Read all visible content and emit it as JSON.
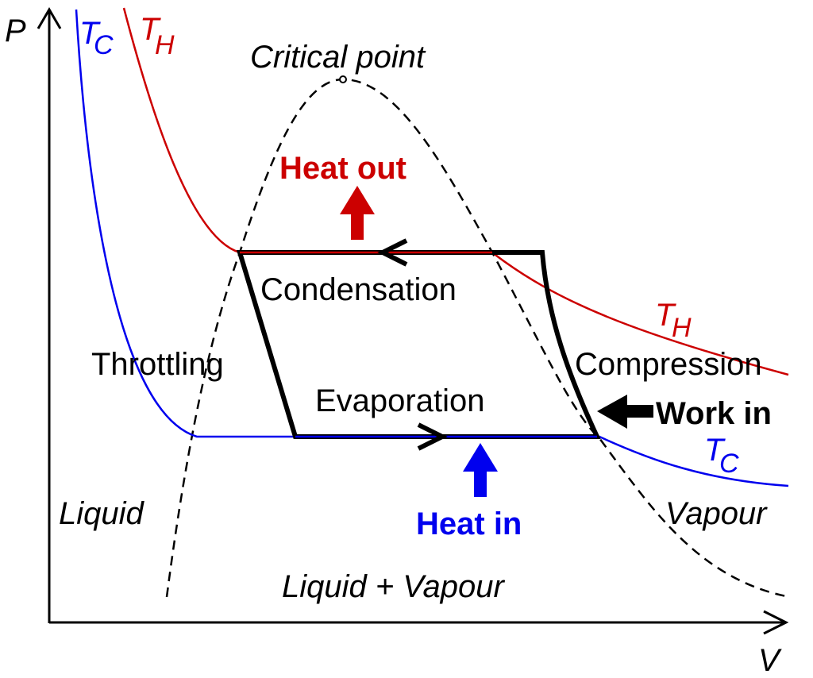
{
  "axes": {
    "y_label": "P",
    "x_label": "V"
  },
  "isotherms": {
    "cold": {
      "label_main": "T",
      "label_sub": "C",
      "color": "#0000ee"
    },
    "hot": {
      "label_main": "T",
      "label_sub": "H",
      "color": "#cc0000"
    }
  },
  "labels": {
    "critical_point": "Critical point",
    "heat_out": "Heat out",
    "heat_in": "Heat in",
    "work_in": "Work in",
    "condensation": "Condensation",
    "evaporation": "Evaporation",
    "throttling": "Throttling",
    "compression": "Compression",
    "liquid": "Liquid",
    "vapour": "Vapour",
    "liquid_vapour": "Liquid + Vapour"
  },
  "colors": {
    "heat_out": "#cc0000",
    "heat_in": "#0000ee",
    "cycle": "#000000"
  }
}
